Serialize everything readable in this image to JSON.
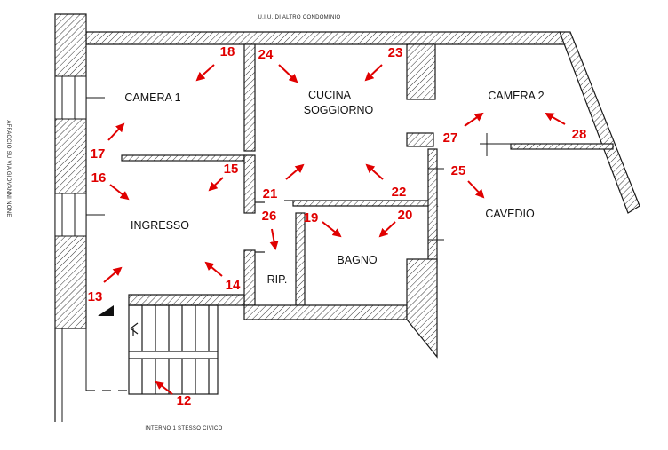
{
  "labels": {
    "top": "U.I.U. DI ALTRO CONDOMINIO",
    "bottom": "INTERNO 1 STESSO CIVICO",
    "side": "AFFACCIO SU VIA GIOVANNI NONE"
  },
  "rooms": {
    "camera1": "CAMERA 1",
    "cucina_line1": "CUCINA",
    "cucina_line2": "SOGGIORNO",
    "camera2": "CAMERA 2",
    "ingresso": "INGRESSO",
    "bagno": "BAGNO",
    "rip": "RIP.",
    "cavedio": "CAVEDIO"
  },
  "markers": [
    {
      "id": "m12",
      "label": "12"
    },
    {
      "id": "m13",
      "label": "13"
    },
    {
      "id": "m14",
      "label": "14"
    },
    {
      "id": "m15",
      "label": "15"
    },
    {
      "id": "m16",
      "label": "16"
    },
    {
      "id": "m17",
      "label": "17"
    },
    {
      "id": "m18",
      "label": "18"
    },
    {
      "id": "m19",
      "label": "19"
    },
    {
      "id": "m20",
      "label": "20"
    },
    {
      "id": "m21",
      "label": "21"
    },
    {
      "id": "m22",
      "label": "22"
    },
    {
      "id": "m23",
      "label": "23"
    },
    {
      "id": "m24",
      "label": "24"
    },
    {
      "id": "m25",
      "label": "25"
    },
    {
      "id": "m26",
      "label": "26"
    },
    {
      "id": "m27",
      "label": "27"
    },
    {
      "id": "m28",
      "label": "28"
    }
  ],
  "colors": {
    "marker": "#e00000",
    "wall": "#1a1a1a"
  }
}
